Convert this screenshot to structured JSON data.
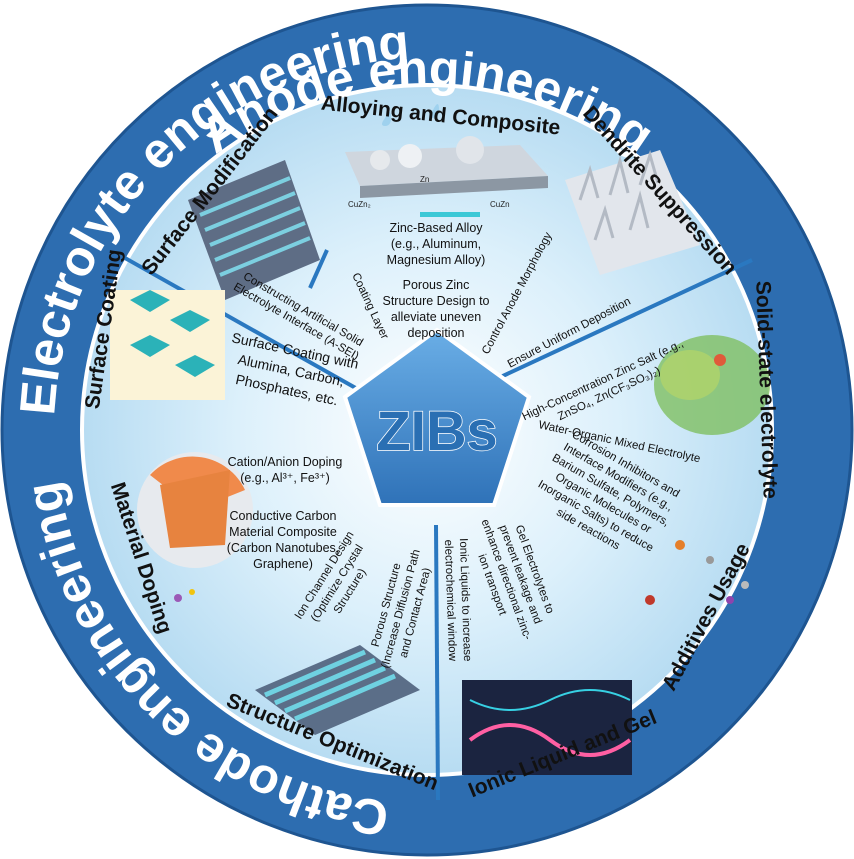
{
  "ring": {
    "anode": "Anode engineering",
    "electrolyte": "Electrolyte engineering",
    "cathode": "Cathode engineering"
  },
  "center": "ZIBs",
  "segments": {
    "alloying": "Alloying and Composite",
    "dendrite": "Dendrite Suppression",
    "surface_mod": "Surface Modification",
    "solid_state": "Solid-state electrolyte",
    "surface_coating": "Surface Coating",
    "material_doping": "Material Doping",
    "structure_opt": "Structure Optimization",
    "ionic_liquid": "Ionic Liquid and Gel",
    "additives": "Additives Usage"
  },
  "image_labels": {
    "zn": "Zn",
    "cuzn2": "CuZn₂",
    "cuzn": "CuZn"
  },
  "notes": {
    "zinc_alloy": [
      "Zinc-Based Alloy",
      "(e.g., Aluminum,",
      "Magnesium Alloy)"
    ],
    "porous_zinc": [
      "Porous Zinc",
      "Structure Design to",
      "alleviate uneven",
      "deposition"
    ],
    "coating_layer": "Coating Layer",
    "control_morph": "Control Anode Morphology",
    "ensure_uniform": "Ensure Uniform Deposition",
    "artificial_sei": [
      "Constructing Artificial Solid",
      "Electrolyte Interface (A-SEI)"
    ],
    "high_conc": [
      "High-Concentration Zinc Salt (e.g.,",
      "ZnSO₄, Zn(CF₃SO₃)₂)"
    ],
    "water_organic": "Water-Organic Mixed Electrolyte",
    "surface_coating_with": [
      "Surface Coating with",
      "Alumina, Carbon,",
      "Phosphates, etc."
    ],
    "cation_doping": [
      "Cation/Anion Doping",
      "(e.g., Al³⁺, Fe³⁺)"
    ],
    "conductive_carbon": [
      "Conductive Carbon",
      "Material Composite",
      "(Carbon Nanotubes,",
      "Graphene)"
    ],
    "corrosion": [
      "Corrosion Inhibitors and",
      "Interface Modifiers (e.g.,",
      "Barium Sulfate, Polymers,",
      "Organic Molecules or",
      "Inorganic Salts) to reduce",
      "side reactions"
    ],
    "ion_channel": [
      "Ion Channel Design",
      "(Optimize Crystal",
      "Structure)"
    ],
    "porous_structure": [
      "Porous Structure",
      "(Increase Diffusion Path",
      "and Contact Area)"
    ],
    "ionic_liquids_window": [
      "Ionic Liquids to increase",
      "electrochemical window"
    ],
    "gel_electrolytes": [
      "Gel Electrolytes to",
      "prevent leakage and",
      "enhance directional zinc-",
      "ion transport"
    ]
  },
  "colors": {
    "ring": "#2d6db0",
    "ring_edge": "#1e5591",
    "inner": "#c6e6f7",
    "pentagon": "#4a8fd0",
    "divider": "#2a78c0"
  }
}
